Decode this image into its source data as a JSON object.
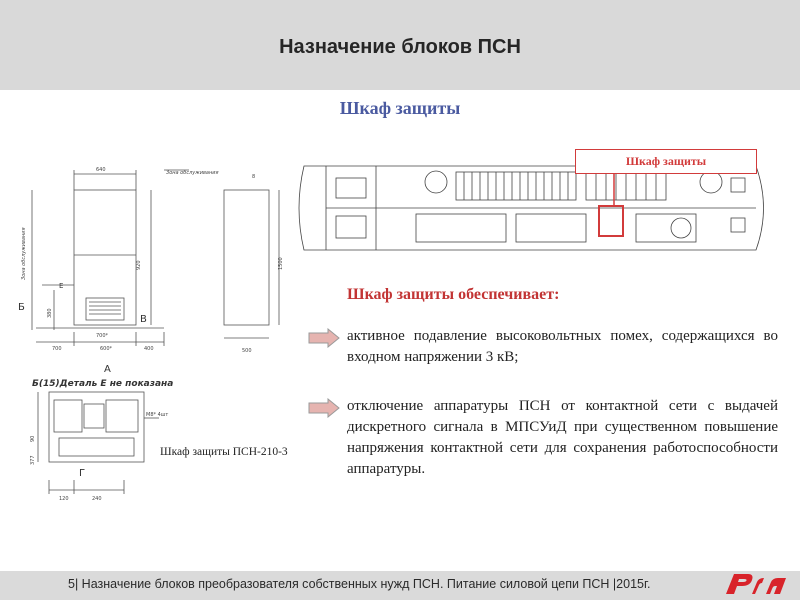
{
  "header": {
    "title": "Назначение блоков ПСН"
  },
  "subtitle": "Шкаф защиты",
  "locomotive": {
    "callout_label": "Шкаф защиты"
  },
  "drawing": {
    "caption": "Шкаф защиты ПСН-210-3",
    "section_note": "Б(15)Деталь Е не показана",
    "labels": {
      "dim_640": "640",
      "dim_8": "8",
      "dim_920": "920",
      "dim_1500": "1500",
      "dim_700": "700",
      "dim_600": "600*",
      "dim_400": "400",
      "dim_500": "500",
      "dim_380": "380",
      "dim_700b": "700*",
      "view_b": "Б",
      "view_v": "В",
      "view_a": "А",
      "view_e": "Е",
      "view_g": "Г",
      "zone_note": "Зона обслуживания",
      "bolt_note": "М8* 4шт",
      "dim_120": "120",
      "dim_240": "240",
      "dim_90": "90",
      "dim_377": "377"
    }
  },
  "provides": {
    "heading": "Шкаф защиты обеспечивает:",
    "items": [
      "активное подавление высоковольтных помех, содержащихся во входном напряжении 3 кВ;",
      "отключение аппаратуры ПСН от контактной сети с выдачей дискретного сигнала в МПСУиД при существенном повышение напряжения контактной сети для сохранения работоспособности аппаратуры."
    ]
  },
  "footer": {
    "text": "5| Назначение блоков преобразователя собственных нужд ПСН. Питание силовой цепи ПСН |2015г."
  },
  "colors": {
    "accent_red": "#d23b3b",
    "title_blue": "#4a5aa0",
    "band_gray": "#d9d9d9"
  }
}
